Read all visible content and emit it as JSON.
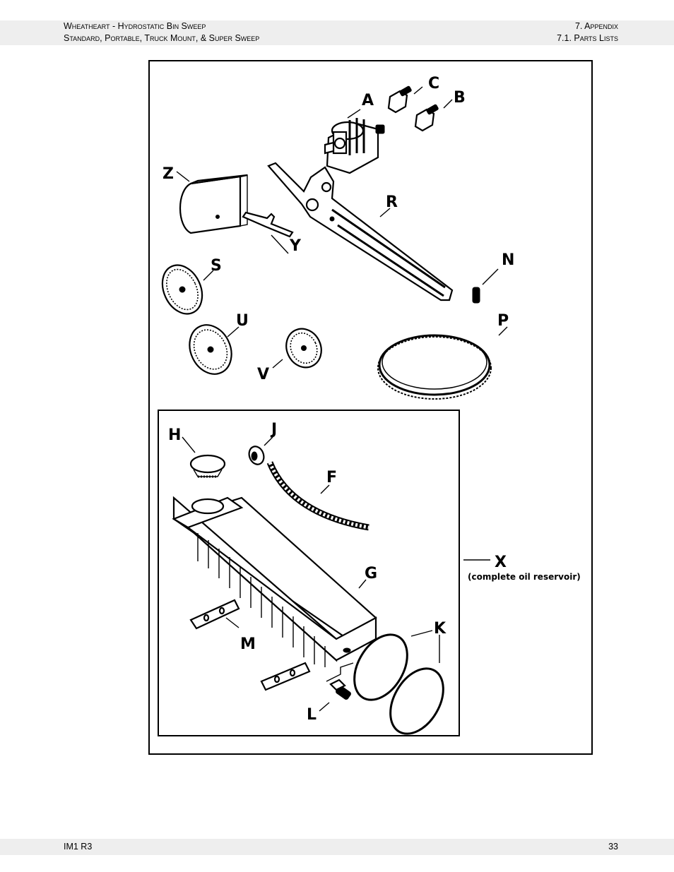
{
  "header": {
    "left_line1": "Wheatheart - Hydrostatic Bin Sweep",
    "left_line2": "Standard, Portable, Truck Mount, & Super Sweep",
    "right_line1": "7. Appendix",
    "right_line2": "7.1. Parts Lists"
  },
  "figure": {
    "labels": {
      "A": "A",
      "B": "B",
      "C": "C",
      "Z": "Z",
      "R": "R",
      "Y": "Y",
      "S": "S",
      "N": "N",
      "U": "U",
      "P": "P",
      "V": "V",
      "H": "H",
      "J": "J",
      "F": "F",
      "X": "X",
      "G": "G",
      "K": "K",
      "M": "M",
      "L": "L"
    },
    "reservoir_note": "(complete oil reservoir)"
  },
  "footer": {
    "doc_id": "IM1 R3",
    "page_number": "33"
  }
}
